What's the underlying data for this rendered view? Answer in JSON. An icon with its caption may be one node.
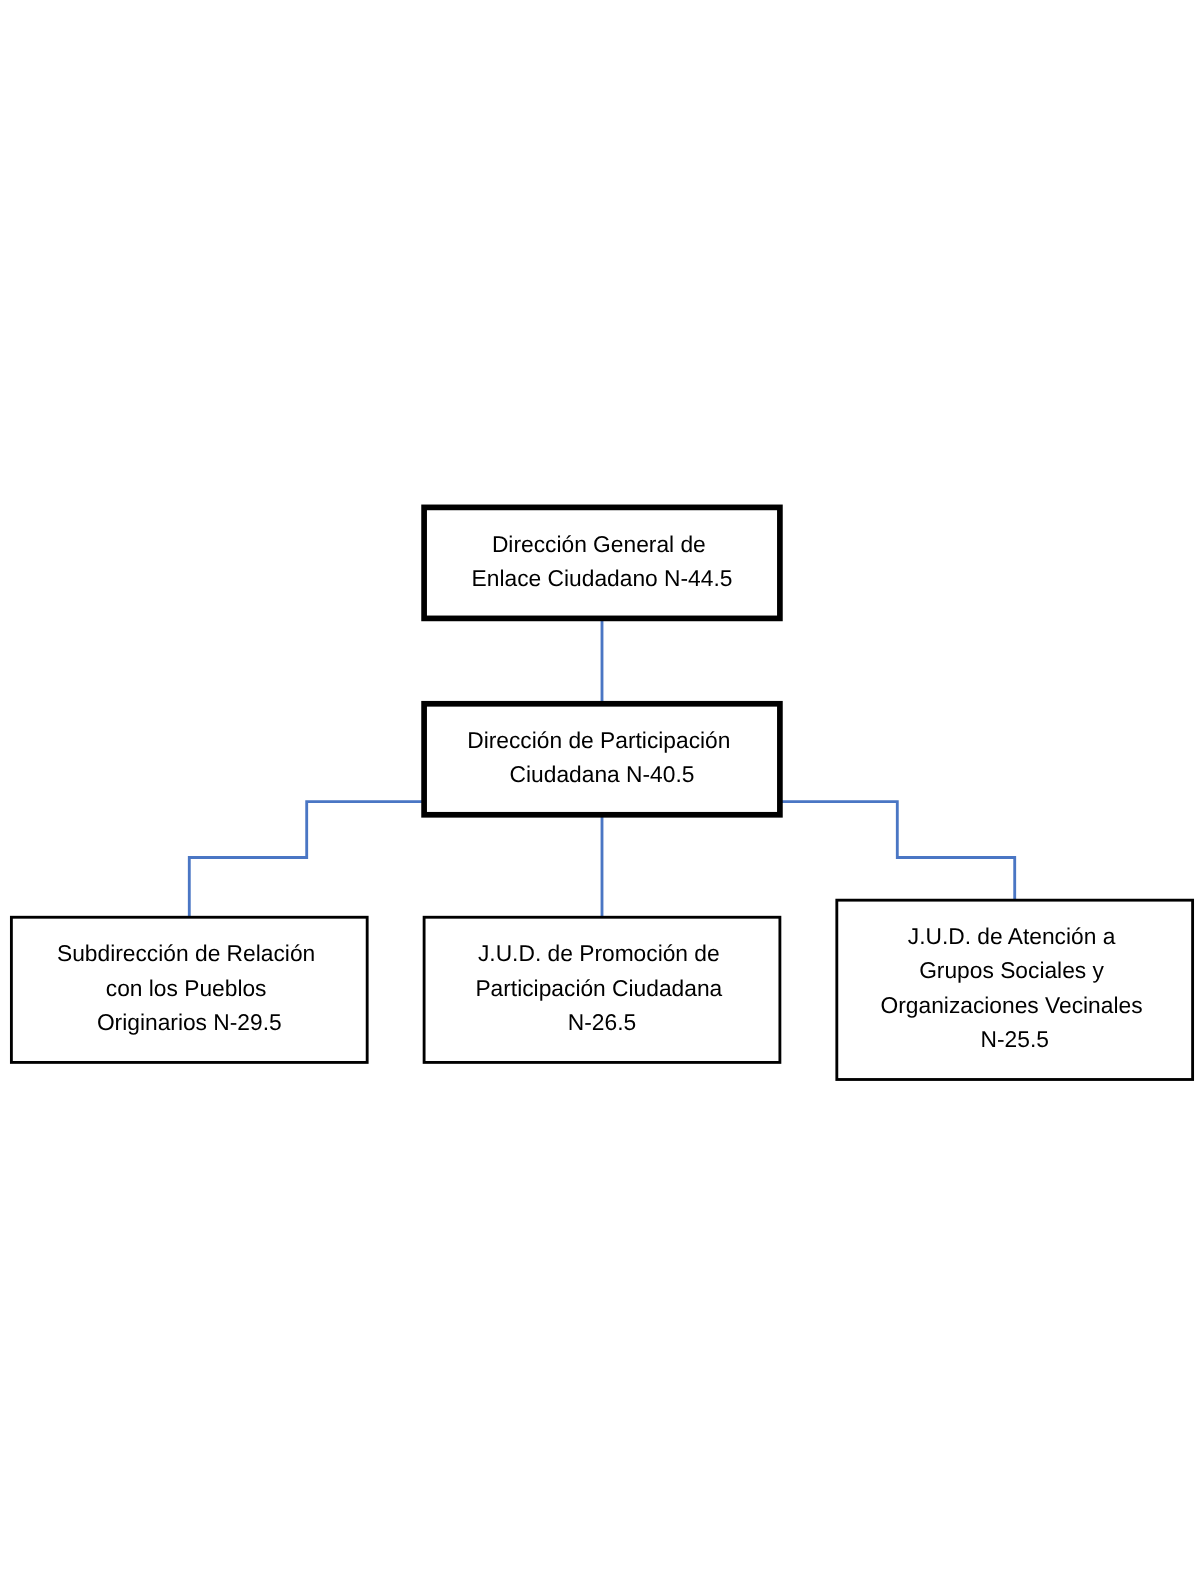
{
  "diagram": {
    "nodes": [
      {
        "text": [
          "Dirección General de Enlace Ciudadano N-44.5"
        ]
      },
      {
        "text": [
          "Dirección de Participación Ciudadana N-40.5"
        ]
      },
      {
        "text": [
          "Subdirección de Relación con los Pueblos Originarios N-29.5"
        ]
      },
      {
        "text": [
          "J.U.D. de Promoción de Participación Ciudadana N-26.5"
        ]
      },
      {
        "text": [
          "J.U.D. de Atención a Grupos Sociales y Organizaciones Vecinales N-25.5"
        ]
      }
    ],
    "edges": [
      {
        "from": 0,
        "to": 1,
        "arrow": "none"
      },
      {
        "from": 1,
        "to": 2,
        "arrow": "none"
      },
      {
        "from": 1,
        "to": 3,
        "arrow": "none"
      },
      {
        "from": 1,
        "to": 4,
        "arrow": "none"
      }
    ]
  }
}
